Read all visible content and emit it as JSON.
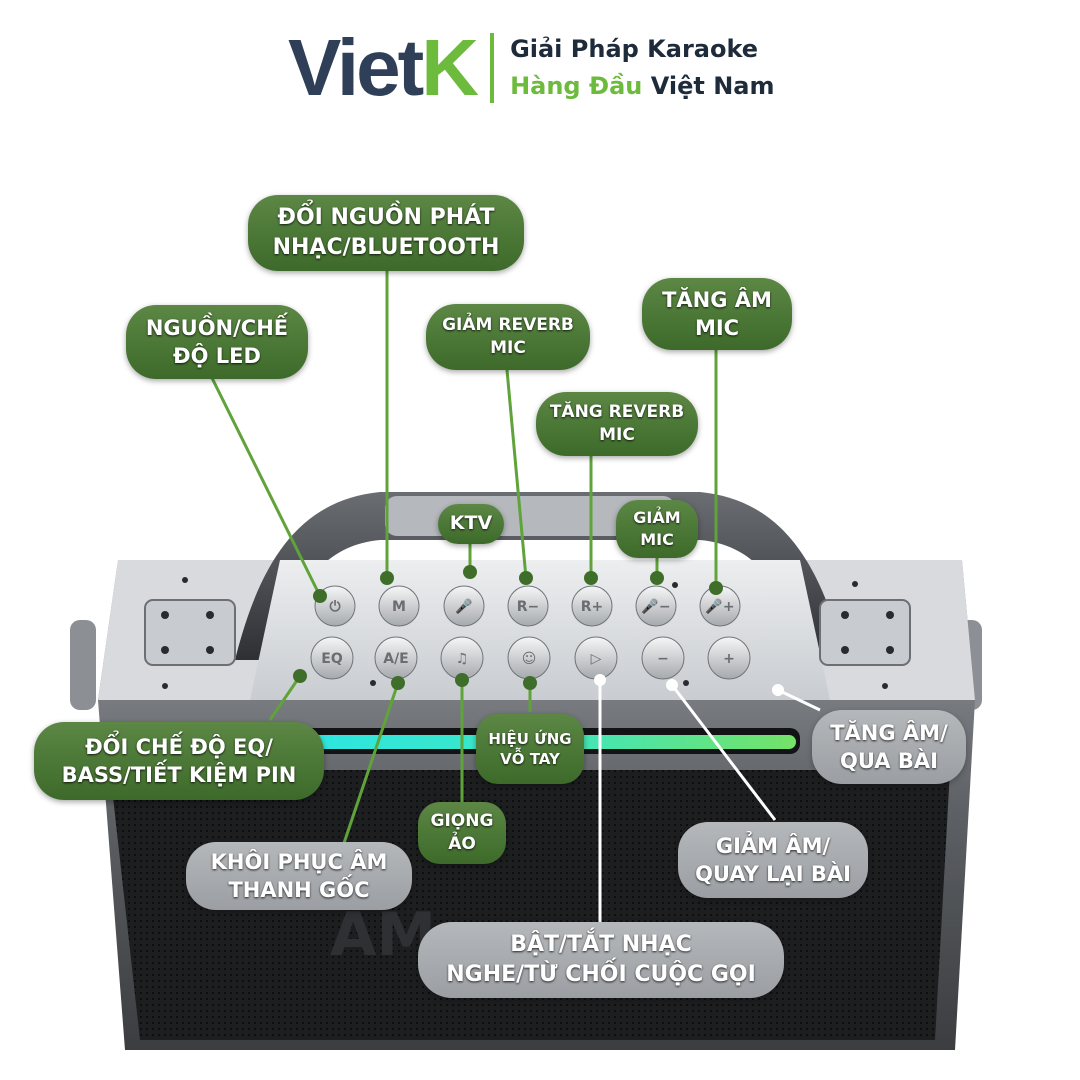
{
  "brand": {
    "logo_main": "Viet",
    "logo_accent": "K",
    "tagline_line1": "Giải Pháp Karaoke",
    "tagline_line2_green": "Hàng Đầu",
    "tagline_line2_rest": " Việt Nam"
  },
  "speaker": {
    "watermark": "AM",
    "buttons": [
      {
        "name": "power",
        "glyph": "⏻"
      },
      {
        "name": "mode",
        "glyph": "M"
      },
      {
        "name": "mic",
        "glyph": "🎤"
      },
      {
        "name": "reverb-down",
        "glyph": "R−"
      },
      {
        "name": "reverb-up",
        "glyph": "R+"
      },
      {
        "name": "mic-down",
        "glyph": "🎤−"
      },
      {
        "name": "mic-up",
        "glyph": "🎤+"
      },
      {
        "name": "eq",
        "glyph": "EQ"
      },
      {
        "name": "ae",
        "glyph": "A/E"
      },
      {
        "name": "vocal",
        "glyph": "♫"
      },
      {
        "name": "clap",
        "glyph": "☺"
      },
      {
        "name": "play",
        "glyph": "▷"
      },
      {
        "name": "vol-down",
        "glyph": "−"
      },
      {
        "name": "vol-up",
        "glyph": "+"
      }
    ]
  },
  "labels": {
    "source": [
      "ĐỔI NGUỒN PHÁT",
      "NHẠC/BLUETOOTH"
    ],
    "power": [
      "NGUỒN/CHẾ",
      "ĐỘ LED"
    ],
    "reverb_down": [
      "GIẢM REVERB",
      "MIC"
    ],
    "mic_up": [
      "TĂNG ÂM",
      "MIC"
    ],
    "reverb_up": [
      "TĂNG REVERB",
      "MIC"
    ],
    "ktv": [
      "KTV"
    ],
    "mic_down": [
      "GIẢM",
      "MIC"
    ],
    "eq": [
      "ĐỔI CHẾ ĐỘ EQ/",
      "BASS/TIẾT KIỆM PIN"
    ],
    "clap": [
      "HIỆU ỨNG",
      "VỖ TAY"
    ],
    "vol_up": [
      "TĂNG ÂM/",
      "QUA BÀI"
    ],
    "vocal": [
      "GIỌNG",
      "ẢO"
    ],
    "restore": [
      "KHÔI PHỤC ÂM",
      "THANH GỐC"
    ],
    "vol_down": [
      "GIẢM ÂM/",
      "QUAY LẠI BÀI"
    ],
    "play": [
      "BẬT/TẮT NHẠC",
      "NGHE/TỪ CHỐI CUỘC GỌI"
    ]
  },
  "colors": {
    "brand_dark": "#2e3f57",
    "brand_green": "#6dbb3c",
    "label_green": "#4a7836",
    "label_grey": "#a9acb0",
    "led_cyan": "#38e6d6",
    "led_green": "#6ee06a"
  }
}
